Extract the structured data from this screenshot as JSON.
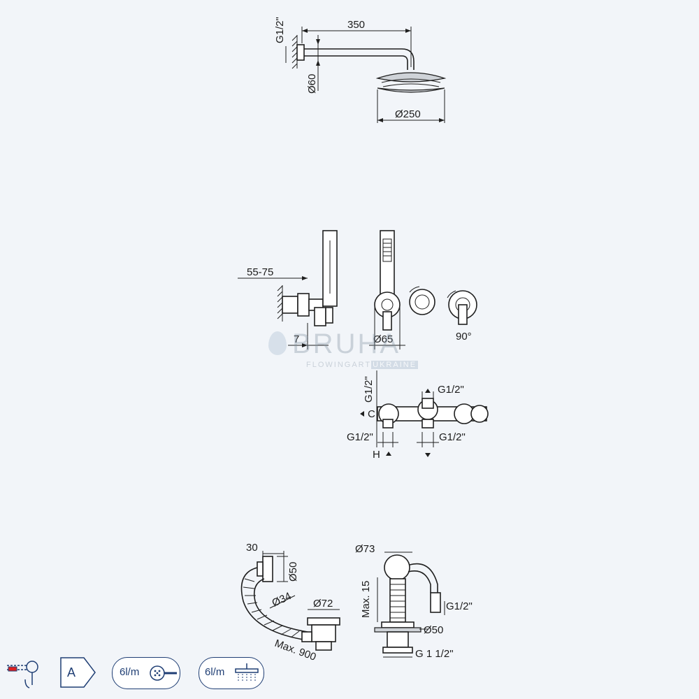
{
  "watermark": {
    "brand": "BRUHA",
    "tagline": "FLOWINGART",
    "tagline_region": "UKRAINE"
  },
  "overhead_shower": {
    "inlet": "G1/2\"",
    "arm_length": "350",
    "flange": "Ø60",
    "head_diameter": "Ø250"
  },
  "hand_shower": {
    "depth_range": "55-75",
    "offset": "7",
    "diameter": "Ø65",
    "rotation": "90°"
  },
  "mixer_body": {
    "top_left_thread": "G1/2\"",
    "top_right_thread": "G1/2\"",
    "cold_label": "C",
    "hot_label": "H",
    "bottom_left_thread": "G1/2\"",
    "bottom_right_thread": "G1/2\""
  },
  "bath_waste": {
    "width": "30",
    "overflow_diameter": "Ø50",
    "hose_diameter": "Ø34",
    "waste_diameter": "Ø72",
    "hose_length": "Max. 900"
  },
  "spout_filler": {
    "top_diameter": "Ø73",
    "max_height": "Max. 15",
    "hose_thread": "G1/2\"",
    "base_diameter": "Ø50",
    "drain_thread": "G 1 1/2\""
  },
  "badges": [
    {
      "icon": "faucet-icon"
    },
    {
      "icon": "energy-class-icon",
      "text": "A"
    },
    {
      "icon": "hand-shower-flow-icon",
      "text": "6l/m"
    },
    {
      "icon": "rain-shower-flow-icon",
      "text": "6l/m"
    }
  ]
}
